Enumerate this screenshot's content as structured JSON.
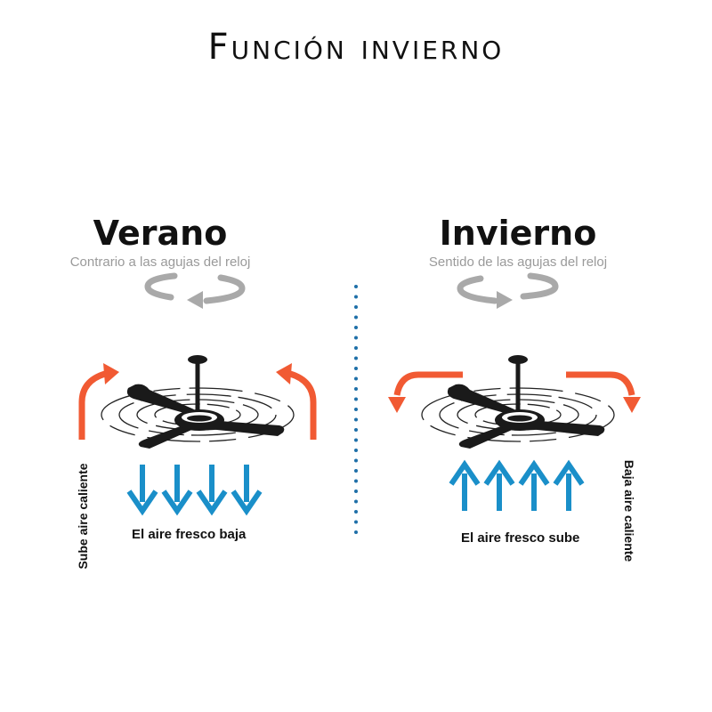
{
  "title": "Función invierno",
  "colors": {
    "hot": "#f15a33",
    "cool": "#1a8fc9",
    "rotation": "#a9a9a9",
    "divider": "#1e6fa8",
    "fan": "#1a1a1a"
  },
  "summer": {
    "heading": "Verano",
    "rotation_text": "Contrario a las agujas del reloj",
    "air_caption": "El aire fresco baja",
    "side_label": "Sube aire caliente"
  },
  "winter": {
    "heading": "Invierno",
    "rotation_text": "Sentido de las agujas del reloj",
    "air_caption": "El aire fresco sube",
    "side_label": "Baja aire caliente"
  }
}
